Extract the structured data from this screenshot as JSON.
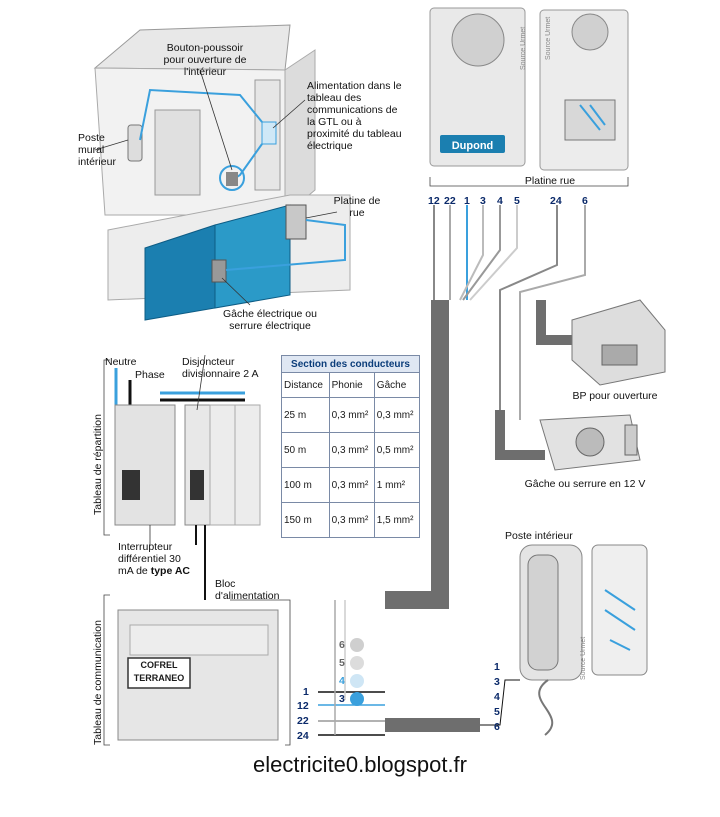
{
  "labels": {
    "bouton_poussoir": "Bouton-poussoir pour ouverture de l'intérieur",
    "poste_mural": "Poste mural intérieur",
    "alimentation": "Alimentation dans le tableau des communications de la GTL ou à proximité du tableau électrique",
    "platine_de_rue": "Platine de rue",
    "gache_electrique": "Gâche électrique ou serrure électrique",
    "platine_rue": "Platine rue",
    "nom_plaque": "Dupond",
    "source_1": "Source Urmet",
    "source_2": "Source Urmet",
    "bp_ouverture": "BP pour ouverture",
    "gache_12v": "Gâche ou serrure en 12 V",
    "neutre": "Neutre",
    "phase": "Phase",
    "disjoncteur": "Disjoncteur divisionnaire 2 A",
    "tableau_repartition": "Tableau de répartition",
    "interrupteur_line1": "Interrupteur différentiel 30 mA de",
    "interrupteur_bold": "type AC",
    "bloc_alimentation": "Bloc d'alimentation",
    "tableau_communication": "Tableau de communication",
    "cofrel_1": "COFREL",
    "cofrel_2": "TERRANEO",
    "poste_interieur": "Poste intérieur",
    "source_3": "Source Urmet"
  },
  "terminals_top": [
    "12",
    "22",
    "1",
    "3",
    "4",
    "5",
    "24",
    "6"
  ],
  "terminals_left": [
    "1",
    "12",
    "22",
    "24"
  ],
  "terminals_bloc": [
    "6",
    "5",
    "4",
    "3"
  ],
  "terminals_right": [
    "1",
    "3",
    "4",
    "5",
    "6"
  ],
  "table": {
    "title": "Section des conducteurs",
    "headers": [
      "Distance",
      "Phonie",
      "Gâche"
    ],
    "rows": [
      [
        "25 m",
        "0,3 mm²",
        "0,3 mm²"
      ],
      [
        "50 m",
        "0,3 mm²",
        "0,5 mm²"
      ],
      [
        "100 m",
        "0,3 mm²",
        "1 mm²"
      ],
      [
        "150 m",
        "0,3 mm²",
        "1,5 mm²"
      ]
    ]
  },
  "footer": "electricite0.blogspot.fr",
  "colors": {
    "wire_blue": "#3aa0dd",
    "cable_grey": "#6e6e6e",
    "gate_blue": "#1b7fb0"
  }
}
